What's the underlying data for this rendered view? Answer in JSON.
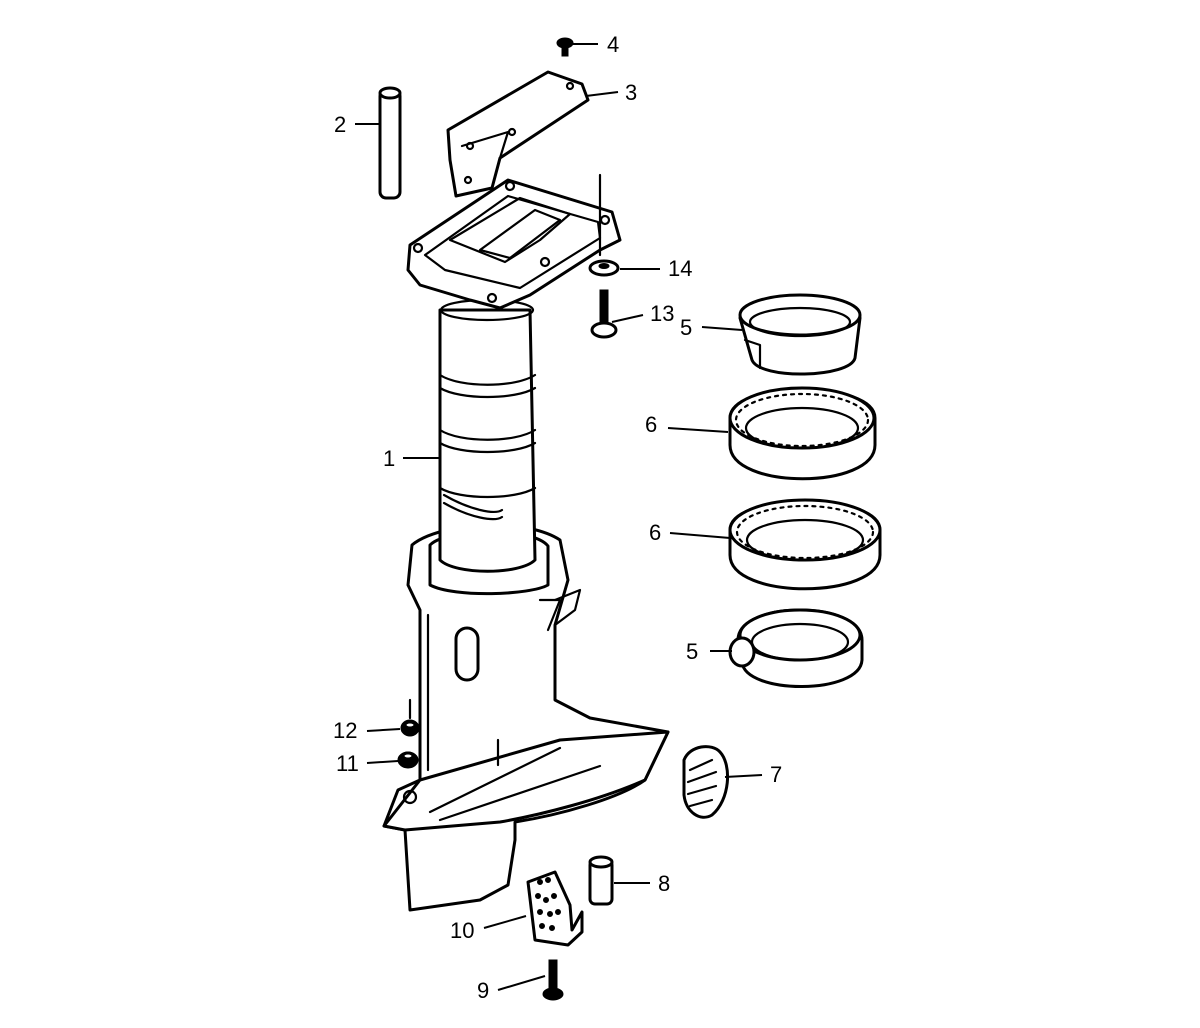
{
  "callouts": [
    {
      "id": "part-1",
      "label": "1"
    },
    {
      "id": "part-2",
      "label": "2"
    },
    {
      "id": "part-3",
      "label": "3"
    },
    {
      "id": "part-4",
      "label": "4"
    },
    {
      "id": "part-5-upper",
      "label": "5"
    },
    {
      "id": "part-5-lower",
      "label": "5"
    },
    {
      "id": "part-6-upper",
      "label": "6"
    },
    {
      "id": "part-6-lower",
      "label": "6"
    },
    {
      "id": "part-7",
      "label": "7"
    },
    {
      "id": "part-8",
      "label": "8"
    },
    {
      "id": "part-9",
      "label": "9"
    },
    {
      "id": "part-10",
      "label": "10"
    },
    {
      "id": "part-11",
      "label": "11"
    },
    {
      "id": "part-12",
      "label": "12"
    },
    {
      "id": "part-13",
      "label": "13"
    },
    {
      "id": "part-14",
      "label": "14"
    }
  ]
}
